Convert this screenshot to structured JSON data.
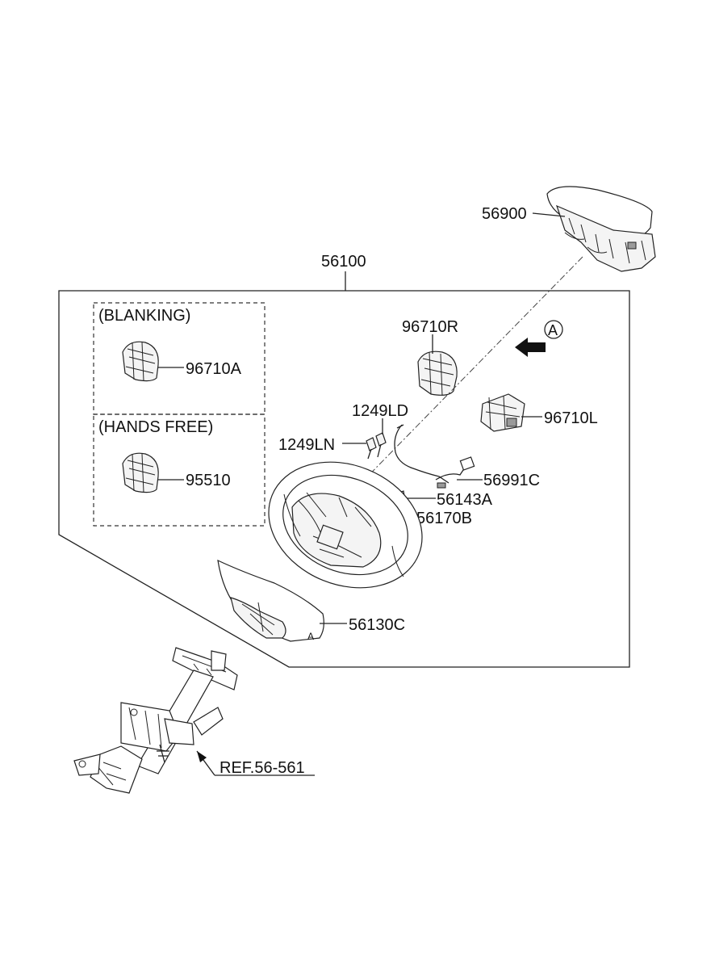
{
  "labels": {
    "p56900": "56900",
    "p56100": "56100",
    "blanking": "(BLANKING)",
    "p96710A": "96710A",
    "hands_free": "(HANDS FREE)",
    "p95510": "95510",
    "p96710R": "96710R",
    "view_a": "A",
    "p1249LD": "1249LD",
    "p96710L": "96710L",
    "p1249LN": "1249LN",
    "p56991C": "56991C",
    "p56143A": "56143A",
    "p56170B": "56170B",
    "p56130C": "56130C",
    "ref": "REF.56-561"
  }
}
